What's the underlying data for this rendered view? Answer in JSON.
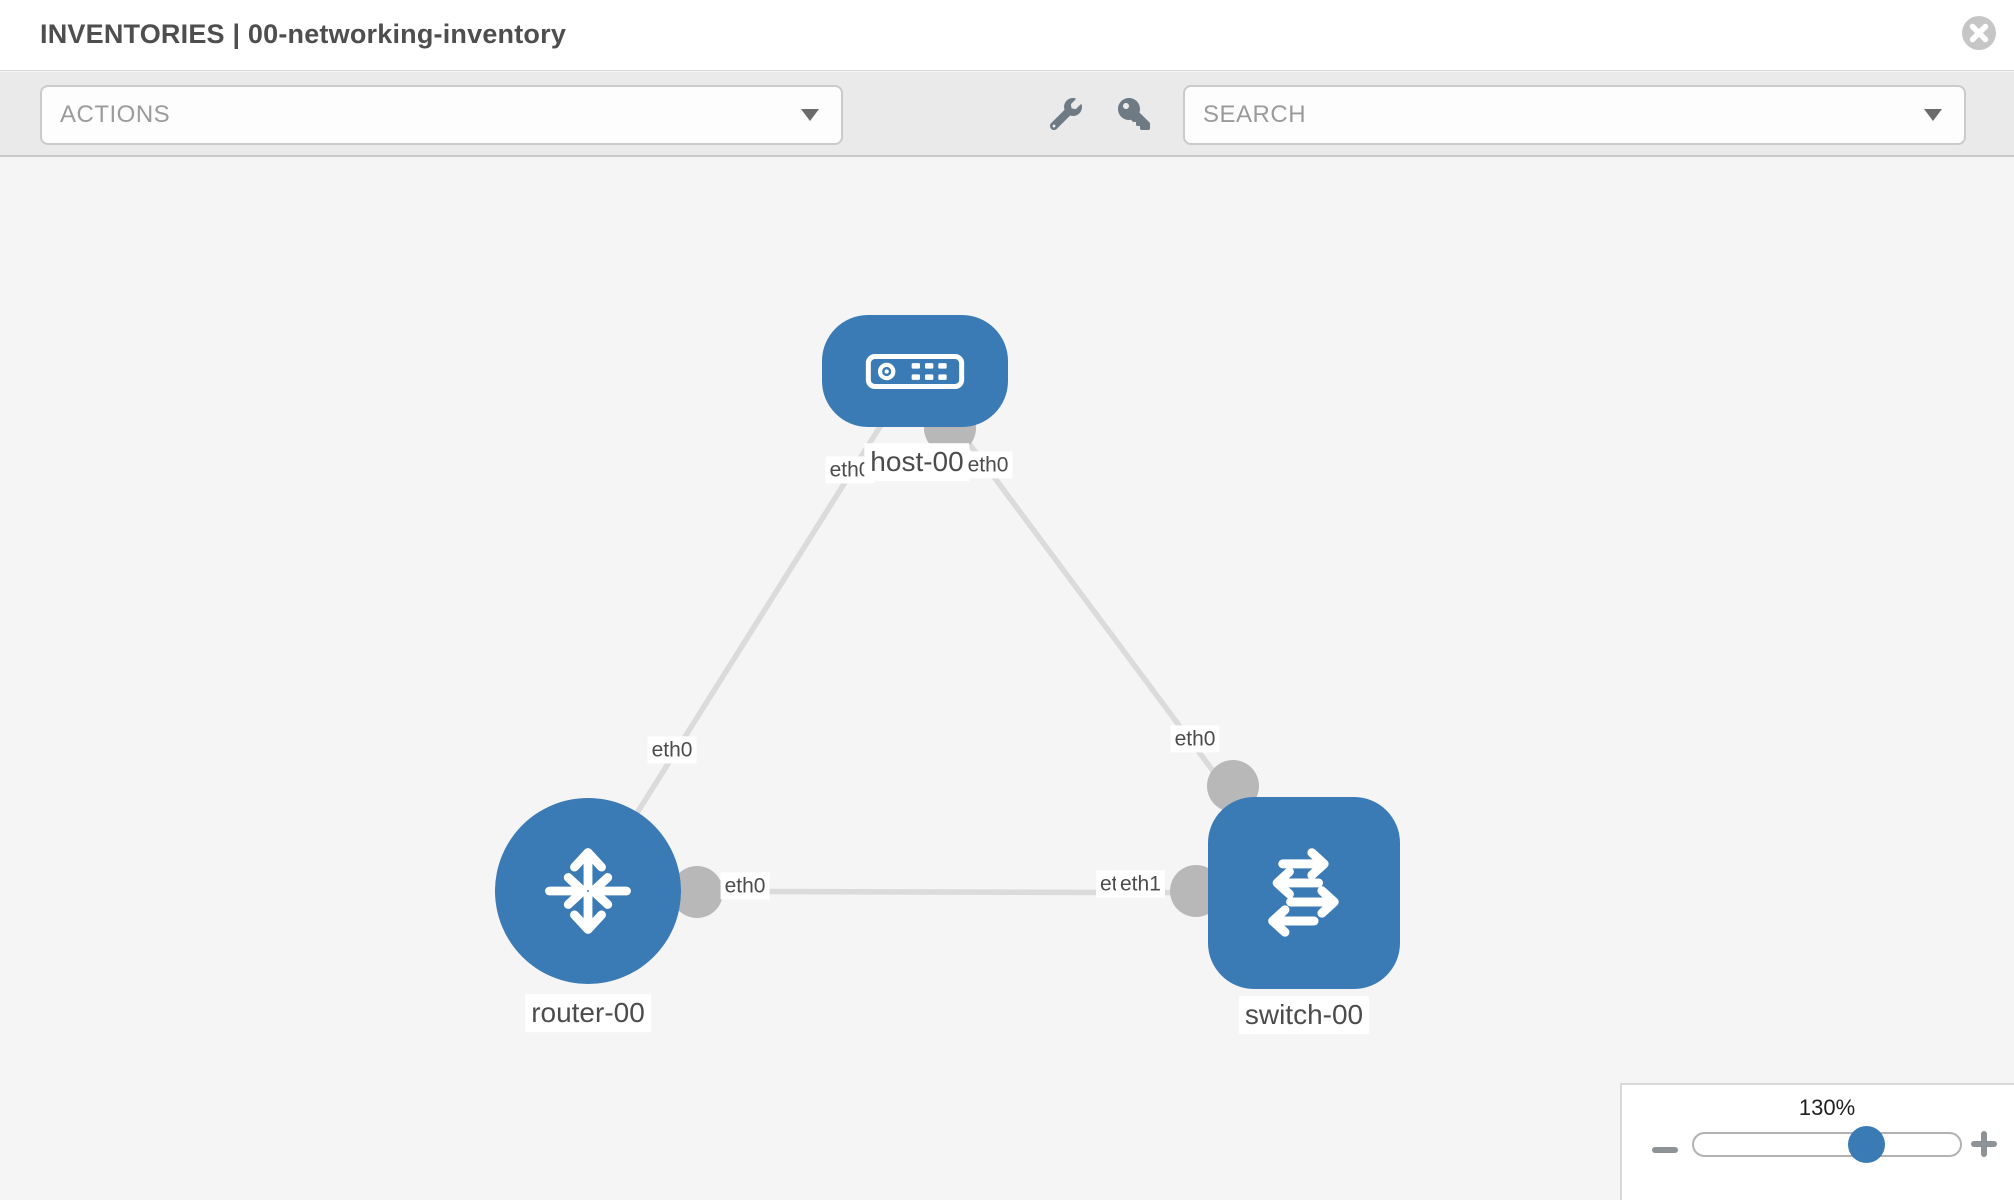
{
  "header": {
    "title": "INVENTORIES | 00-networking-inventory",
    "close_icon": "x-circle"
  },
  "toolbar": {
    "actions_label": "ACTIONS",
    "search_label": "SEARCH",
    "icons": [
      "wrench-icon",
      "key-icon",
      "chevron-down-icon"
    ]
  },
  "diagram": {
    "nodes": [
      {
        "id": "host-00",
        "type": "host",
        "label": "host-00",
        "icon": "server-icon"
      },
      {
        "id": "router-00",
        "type": "router",
        "label": "router-00",
        "icon": "router-arrows-icon"
      },
      {
        "id": "switch-00",
        "type": "switch",
        "label": "switch-00",
        "icon": "switch-arrows-icon"
      }
    ],
    "links": [
      {
        "from": "router-00",
        "to": "host-00",
        "from_if": "eth0",
        "to_if": "eth0"
      },
      {
        "from": "host-00",
        "to": "switch-00",
        "from_if": "eth0",
        "to_if": "eth0"
      },
      {
        "from": "router-00",
        "to": "switch-00",
        "from_if": "eth0",
        "to_if": "eth1"
      }
    ],
    "interface_chips": {
      "host_left": "eth0",
      "host_right": "eth0",
      "router_host_mid": "eth0",
      "host_switch_near_switch": "eth0",
      "router_switch_near_router": "eth0",
      "overlap_back": "eth0",
      "overlap_front": "eth1"
    }
  },
  "zoom_control": {
    "level": "130%",
    "minus_icon": "minus",
    "plus_icon": "plus"
  },
  "colors": {
    "node_blue": "#3a7ab5",
    "link_gray": "#dbdbdb",
    "connector_dot_gray": "#b8b8b8",
    "toolbar_gray": "#eaeaea",
    "canvas_gray": "#f5f5f6",
    "slider_thumb_blue": "#3a7ab5"
  }
}
